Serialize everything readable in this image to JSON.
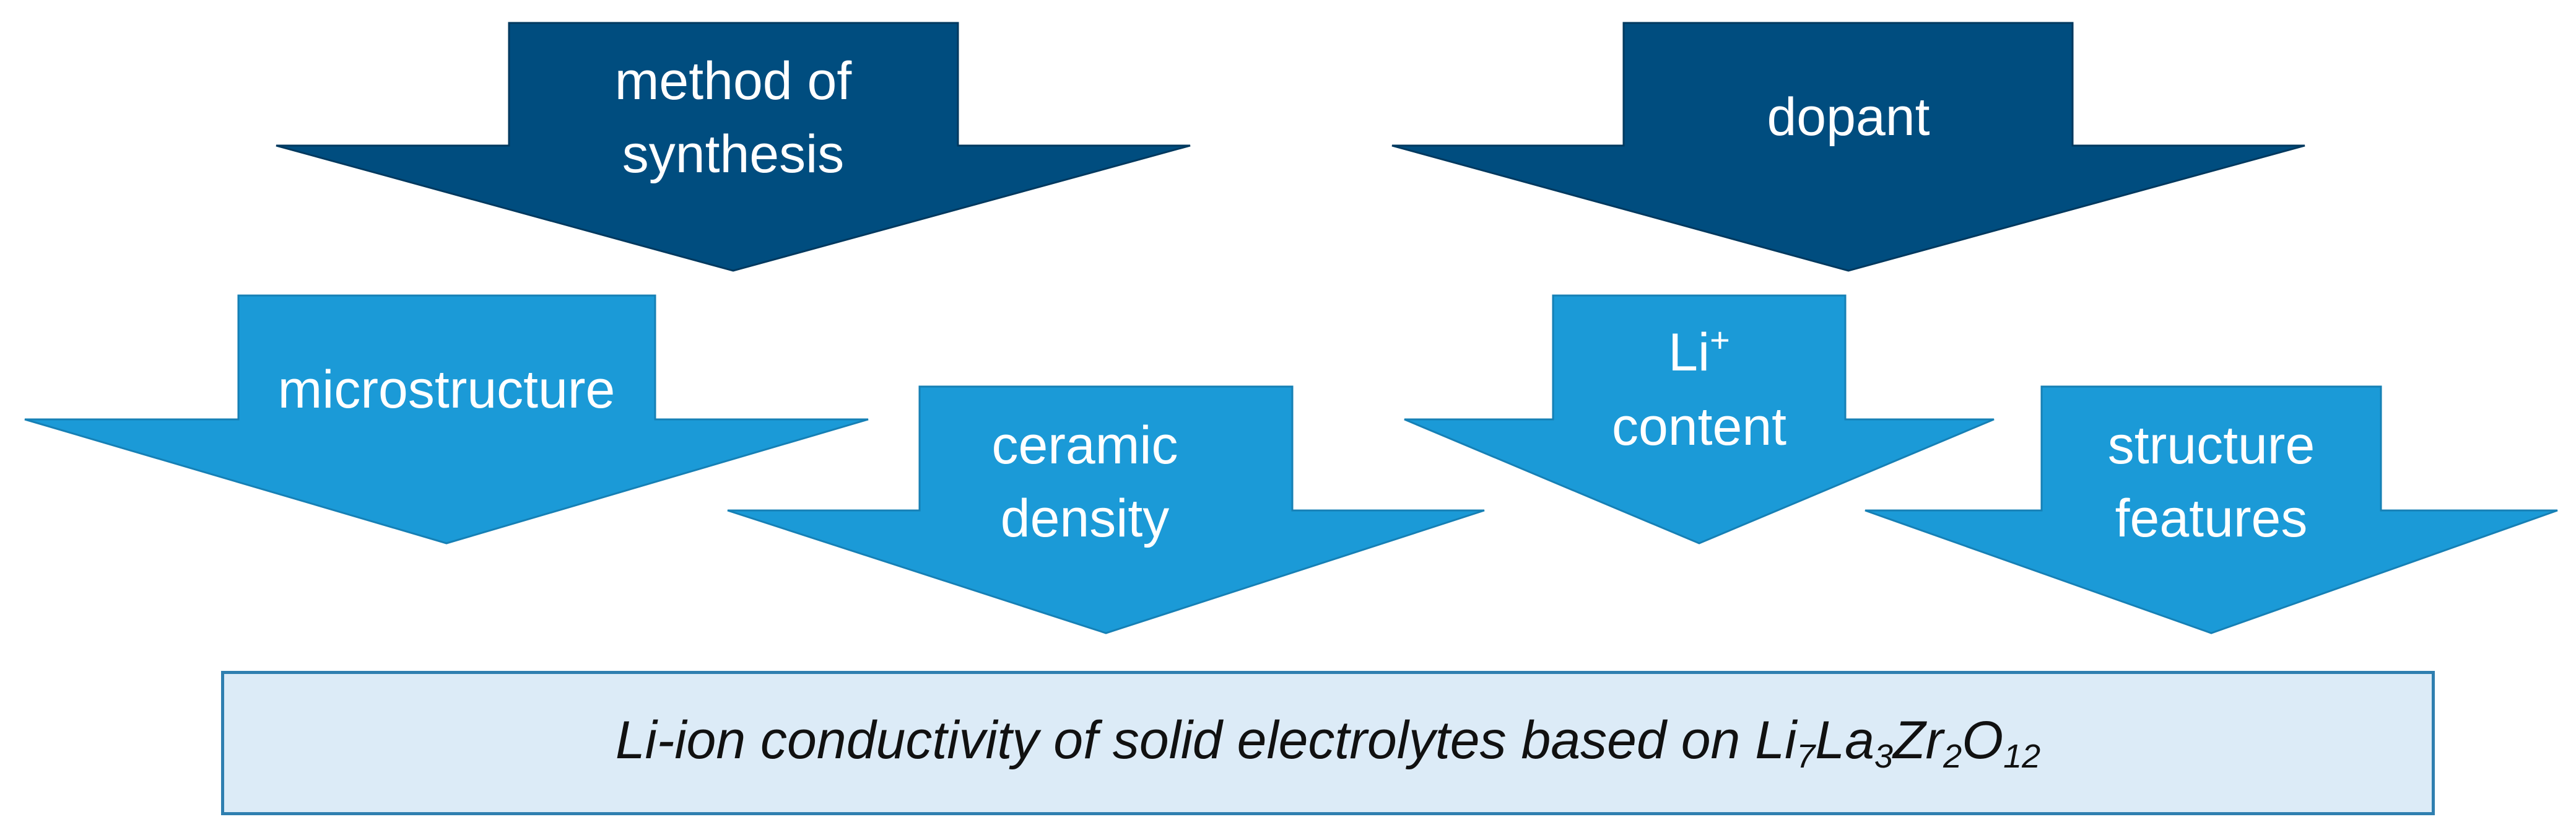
{
  "arrows": {
    "method_of_synthesis": {
      "line1": "method of",
      "line2": "synthesis"
    },
    "dopant": {
      "line1": "dopant"
    },
    "microstructure": {
      "line1": "microstructure"
    },
    "ceramic_density": {
      "line1": "ceramic",
      "line2": "density"
    },
    "li_content": {
      "line1": "Li",
      "sup": "+",
      "line2": "content"
    },
    "structure_features": {
      "line1": "structure",
      "line2": "features"
    }
  },
  "result": {
    "prefix": "Li-ion conductivity of solid electrolytes based on Li",
    "sub1": "7",
    "el2": "La",
    "sub2": "3",
    "el3": "Zr",
    "sub3": "2",
    "el4": "O",
    "sub4": "12"
  },
  "colors": {
    "dark_arrow": "#004d7f",
    "light_arrow": "#1b9ad7",
    "box_fill": "#dcebf7",
    "box_border": "#2f7fb0"
  }
}
